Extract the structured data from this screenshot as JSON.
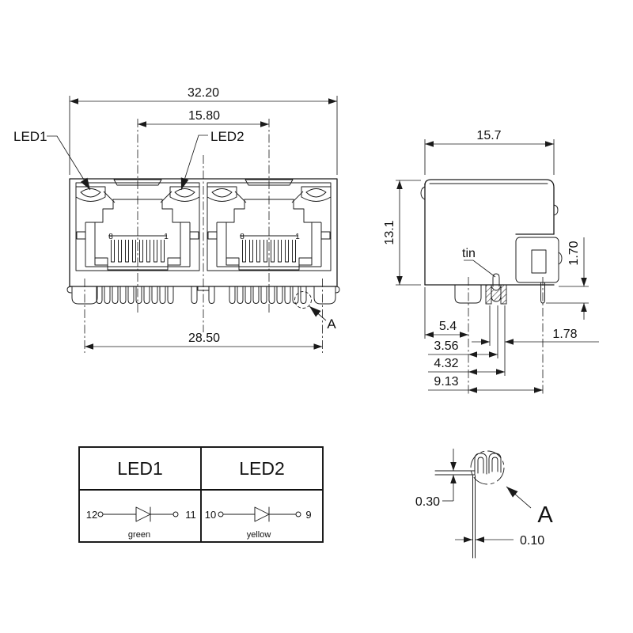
{
  "front_view": {
    "dim_total_width": "32.20",
    "dim_port_pitch": "15.80",
    "dim_leg_span": "28.50",
    "led1_label": "LED1",
    "led2_label": "LED2",
    "detail_label": "A",
    "left_port": {
      "pin_first": "8",
      "pin_last": "1"
    },
    "right_port": {
      "pin_first": "8",
      "pin_last": "1"
    }
  },
  "side_view": {
    "dim_depth": "15.7",
    "dim_height": "13.1",
    "dim_pin_protrusion": "1.70",
    "dim_post_offset": "5.4",
    "dim_tin_near": "3.56",
    "dim_tin_far": "4.32",
    "dim_pin_offset": "9.13",
    "dim_tin_width": "1.78",
    "tin_label": "tin"
  },
  "led_table": {
    "led1": {
      "header": "LED1",
      "pin_anode": "12",
      "pin_cathode": "11",
      "color_name": "green"
    },
    "led2": {
      "header": "LED2",
      "pin_anode": "10",
      "pin_cathode": "9",
      "color_name": "yellow"
    }
  },
  "detail_a": {
    "label": "A",
    "dim_material_thickness": "0.30",
    "dim_leg_thickness": "0.10"
  },
  "colors": {
    "line": "#1a1a1a",
    "background": "#ffffff"
  }
}
